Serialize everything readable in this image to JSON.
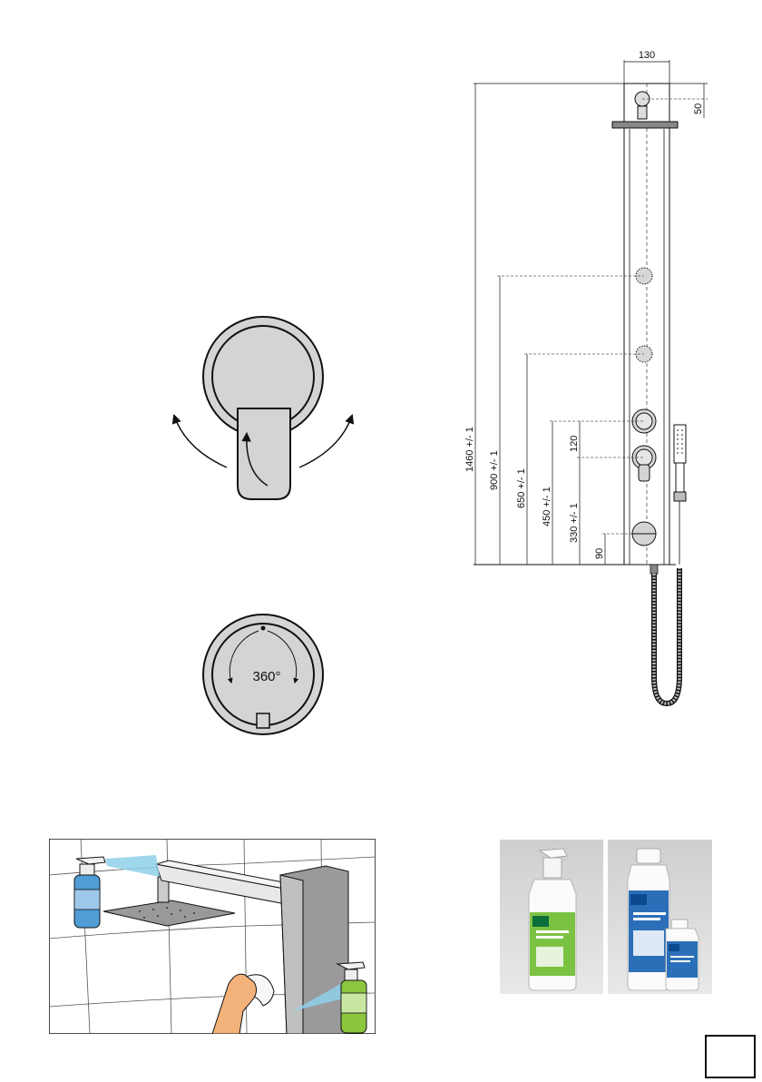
{
  "dimensions": {
    "width_130": "130",
    "top_50": "50",
    "total_height": "1460 +/- 1",
    "jet1_height": "900 +/- 1",
    "jet2_height": "650 +/- 1",
    "thermostat_height": "450 +/- 1",
    "spacing_120": "120",
    "mixer_height": "330 +/- 1",
    "bottom_90": "90"
  },
  "knob": {
    "rotation_label": "360°"
  },
  "page": {
    "number": ""
  },
  "colors": {
    "line": "#1a1a1a",
    "panel_fill": "#ffffff",
    "metal": "#c8c8c8",
    "jet": "#d7d7d7",
    "spray": "#8fd0ea",
    "blue_bottle": "#4f9dd4",
    "green_bottle": "#8cc63f",
    "hand": "#f2b27a",
    "photo_bg": "#d9d9d9"
  }
}
